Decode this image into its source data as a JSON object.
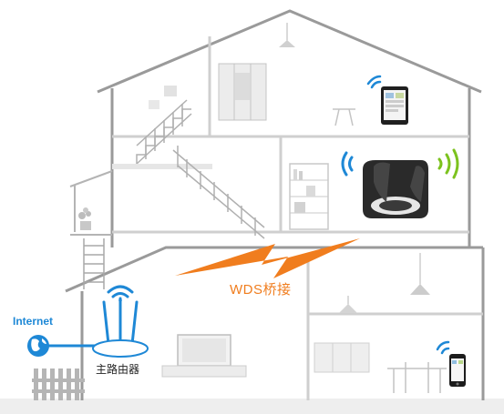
{
  "labels": {
    "internet": "Internet",
    "router": "主路由器",
    "wds_bridge": "WDS桥接"
  },
  "colors": {
    "wifi_blue": "#1e88d6",
    "bridge_orange": "#f07d1e",
    "signal_green": "#7cc21e",
    "house_line": "#9a9a9a"
  },
  "icons": [
    "globe-icon",
    "router-icon",
    "wifi-icon",
    "tablet-icon",
    "speaker-icon",
    "phone-icon",
    "lightning-icon"
  ]
}
